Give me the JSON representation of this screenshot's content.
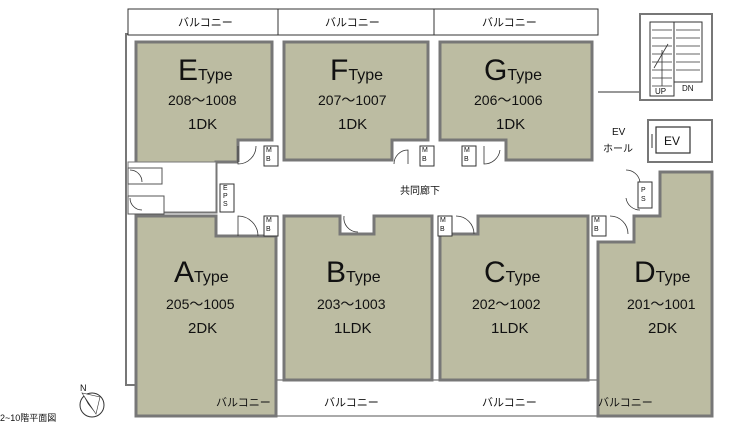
{
  "caption": "2~10階平面図",
  "north": "N",
  "corridor": "共同廊下",
  "ev_hall": [
    "EV",
    "ホール"
  ],
  "ev": "EV",
  "stair": {
    "up": "UP",
    "down": "DN"
  },
  "mb": [
    "M",
    "B"
  ],
  "ps": [
    "P",
    "S"
  ],
  "eps": [
    "E",
    "P",
    "S"
  ],
  "balcony": "バルコニー",
  "units": [
    {
      "letter": "E",
      "type": "Type",
      "rooms": "208～1008",
      "layout": "1DK"
    },
    {
      "letter": "F",
      "type": "Type",
      "rooms": "207～1007",
      "layout": "1DK"
    },
    {
      "letter": "G",
      "type": "Type",
      "rooms": "206～1006",
      "layout": "1DK"
    },
    {
      "letter": "A",
      "type": "Type",
      "rooms": "205～1005",
      "layout": "2DK"
    },
    {
      "letter": "B",
      "type": "Type",
      "rooms": "203～1003",
      "layout": "1LDK"
    },
    {
      "letter": "C",
      "type": "Type",
      "rooms": "202～1002",
      "layout": "1LDK"
    },
    {
      "letter": "D",
      "type": "Type",
      "rooms": "201～1001",
      "layout": "2DK"
    }
  ],
  "colors": {
    "unit_fill": "#bcbca2",
    "wall": "#777777",
    "line": "#333333",
    "background": "#ffffff"
  }
}
